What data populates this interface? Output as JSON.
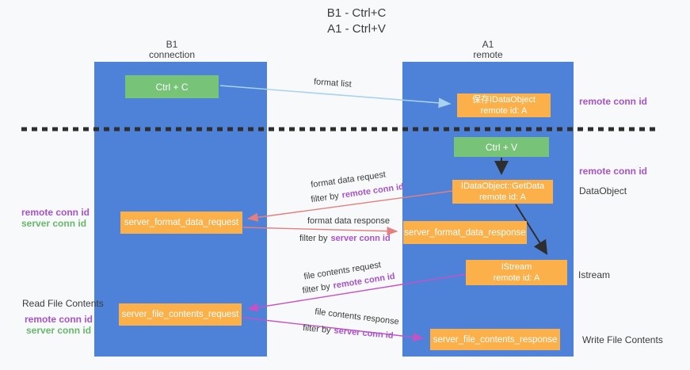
{
  "title": {
    "line1": "B1 - Ctrl+C",
    "line2": "A1 - Ctrl+V"
  },
  "lanes": [
    {
      "title": "B1",
      "subtitle": "connection"
    },
    {
      "title": "A1",
      "subtitle": "remote"
    }
  ],
  "nodes": {
    "ctrl_c": {
      "label": "Ctrl + C"
    },
    "save_idataobject": {
      "line1": "保存IDataObject",
      "line2": "remote id: A"
    },
    "ctrl_v": {
      "label": "Ctrl + V"
    },
    "getdata": {
      "line1": "IDataObject::GetData",
      "line2": "remote id: A"
    },
    "format_request": {
      "label": "server_format_data_request"
    },
    "format_response": {
      "label": "server_format_data_response"
    },
    "istream": {
      "line1": "IStream",
      "line2": "remote id: A"
    },
    "file_request": {
      "label": "server_file_contents_request"
    },
    "file_response": {
      "label": "server_file_contents_response"
    }
  },
  "edge_labels": {
    "format_list": "format list",
    "format_data_request": "format data request",
    "format_data_response": "format data response",
    "file_contents_request": "file contents request",
    "file_contents_response": "file contents response",
    "filter_by": "filter by",
    "remote_conn_id": "remote conn id",
    "server_conn_id": "server conn id"
  },
  "side_labels": {
    "left_remote_conn_id_1": "remote conn id",
    "left_server_conn_id_1": "server conn id",
    "read_file_contents": "Read File Contents",
    "left_remote_conn_id_2": "remote conn id",
    "left_server_conn_id_2": "server conn id",
    "right_remote_conn_id_1": "remote conn id",
    "right_remote_conn_id_2": "remote conn id",
    "dataobject": "DataObject",
    "istream": "Istream",
    "write_file_contents": "Write File Contents"
  },
  "colors": {
    "background": "#f8f9fa",
    "lane_blue": "#4d82d8",
    "box_orange": "#fbb04a",
    "box_green": "#77c377",
    "arrow_light_blue": "#a8d2f0",
    "arrow_red": "#e57f7f",
    "arrow_magenta": "#c552c5",
    "arrow_black": "#2e2e2e",
    "text_purple": "#a653cc",
    "text_green": "#67b96a",
    "text_dark": "#3b3b3b"
  }
}
